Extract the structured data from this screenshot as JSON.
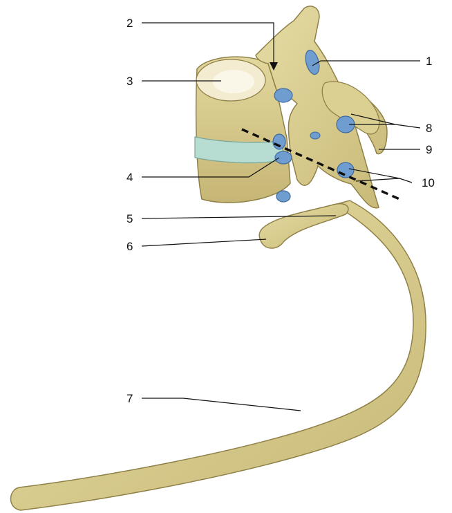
{
  "labels": [
    {
      "id": "label-1",
      "text": "1"
    },
    {
      "id": "label-2",
      "text": "2"
    },
    {
      "id": "label-3",
      "text": "3"
    },
    {
      "id": "label-4",
      "text": "4"
    },
    {
      "id": "label-5",
      "text": "5"
    },
    {
      "id": "label-6",
      "text": "6"
    },
    {
      "id": "label-7",
      "text": "7"
    },
    {
      "id": "label-8",
      "text": "8"
    },
    {
      "id": "label-9",
      "text": "9"
    },
    {
      "id": "label-10",
      "text": "10"
    }
  ],
  "colors": {
    "bone": "#d8cc8e",
    "bone_dark": "#a89a5a",
    "facet": "#6f9dcf",
    "disc": "#b7dcd2",
    "leader": "#111111"
  }
}
